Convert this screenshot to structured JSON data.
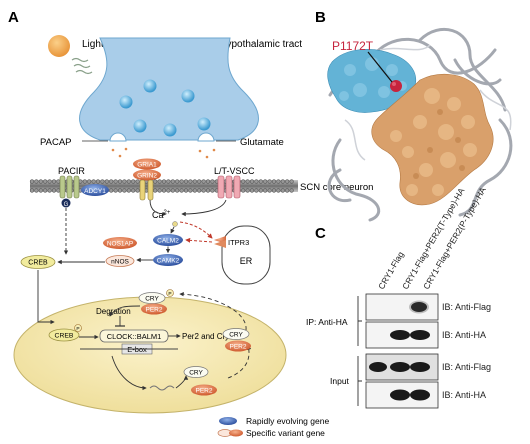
{
  "panels": {
    "a": "A",
    "b": "B",
    "c": "C"
  },
  "panel_a": {
    "light": "Light",
    "tract": "Retinohypothalamic tract",
    "pacap": "PACAP",
    "glutamate": "Glutamate",
    "pacir": "PACIR",
    "adcy1": "ADCY1",
    "g": "G",
    "gria1": "GRIA1",
    "grin2": "GRIN2",
    "vscc": "L/T-VSCC",
    "scn": "SCN core neuron",
    "ca": "Ca",
    "ca_sup": "2+",
    "calm": "CALM2",
    "camk": "CAMK2",
    "nos1ap": "NOS1AP",
    "nnos": "nNOS",
    "itpr3": "ITPR3",
    "er": "ER",
    "creb": "CREB",
    "creb2": "CREB",
    "p": "P",
    "cry": "CRY",
    "per2": "PER2",
    "degration": "Degration",
    "clock": "CLOCK::BALM1",
    "ebox": "E-box",
    "per2cry": "Per2 and Cry",
    "legend_rapid": "Rapidly evolving gene",
    "legend_variant": "Specific variant gene"
  },
  "panel_b": {
    "mutation": "P1172T"
  },
  "panel_c": {
    "lanes": [
      "CRY1-Flag",
      "CRY1-Flag+PER2(T-Type)-HA",
      "CRY1-Flag+PER2(P-Type)-HA"
    ],
    "ip_label": "IP: Anti-HA",
    "input_label": "Input",
    "blots": [
      "IB: Anti-Flag",
      "IB: Anti-HA",
      "IB: Anti-Flag",
      "IB: Anti-HA"
    ]
  },
  "colors": {
    "rapid_gene": "#3b63b8",
    "variant_gene": "#e0744a",
    "presynaptic": "#a9cde9",
    "nucleus": "#f2e6b0",
    "protein_blue": "#63b3d6",
    "protein_orange": "#d9a06b",
    "mutation_red": "#c6243d"
  }
}
